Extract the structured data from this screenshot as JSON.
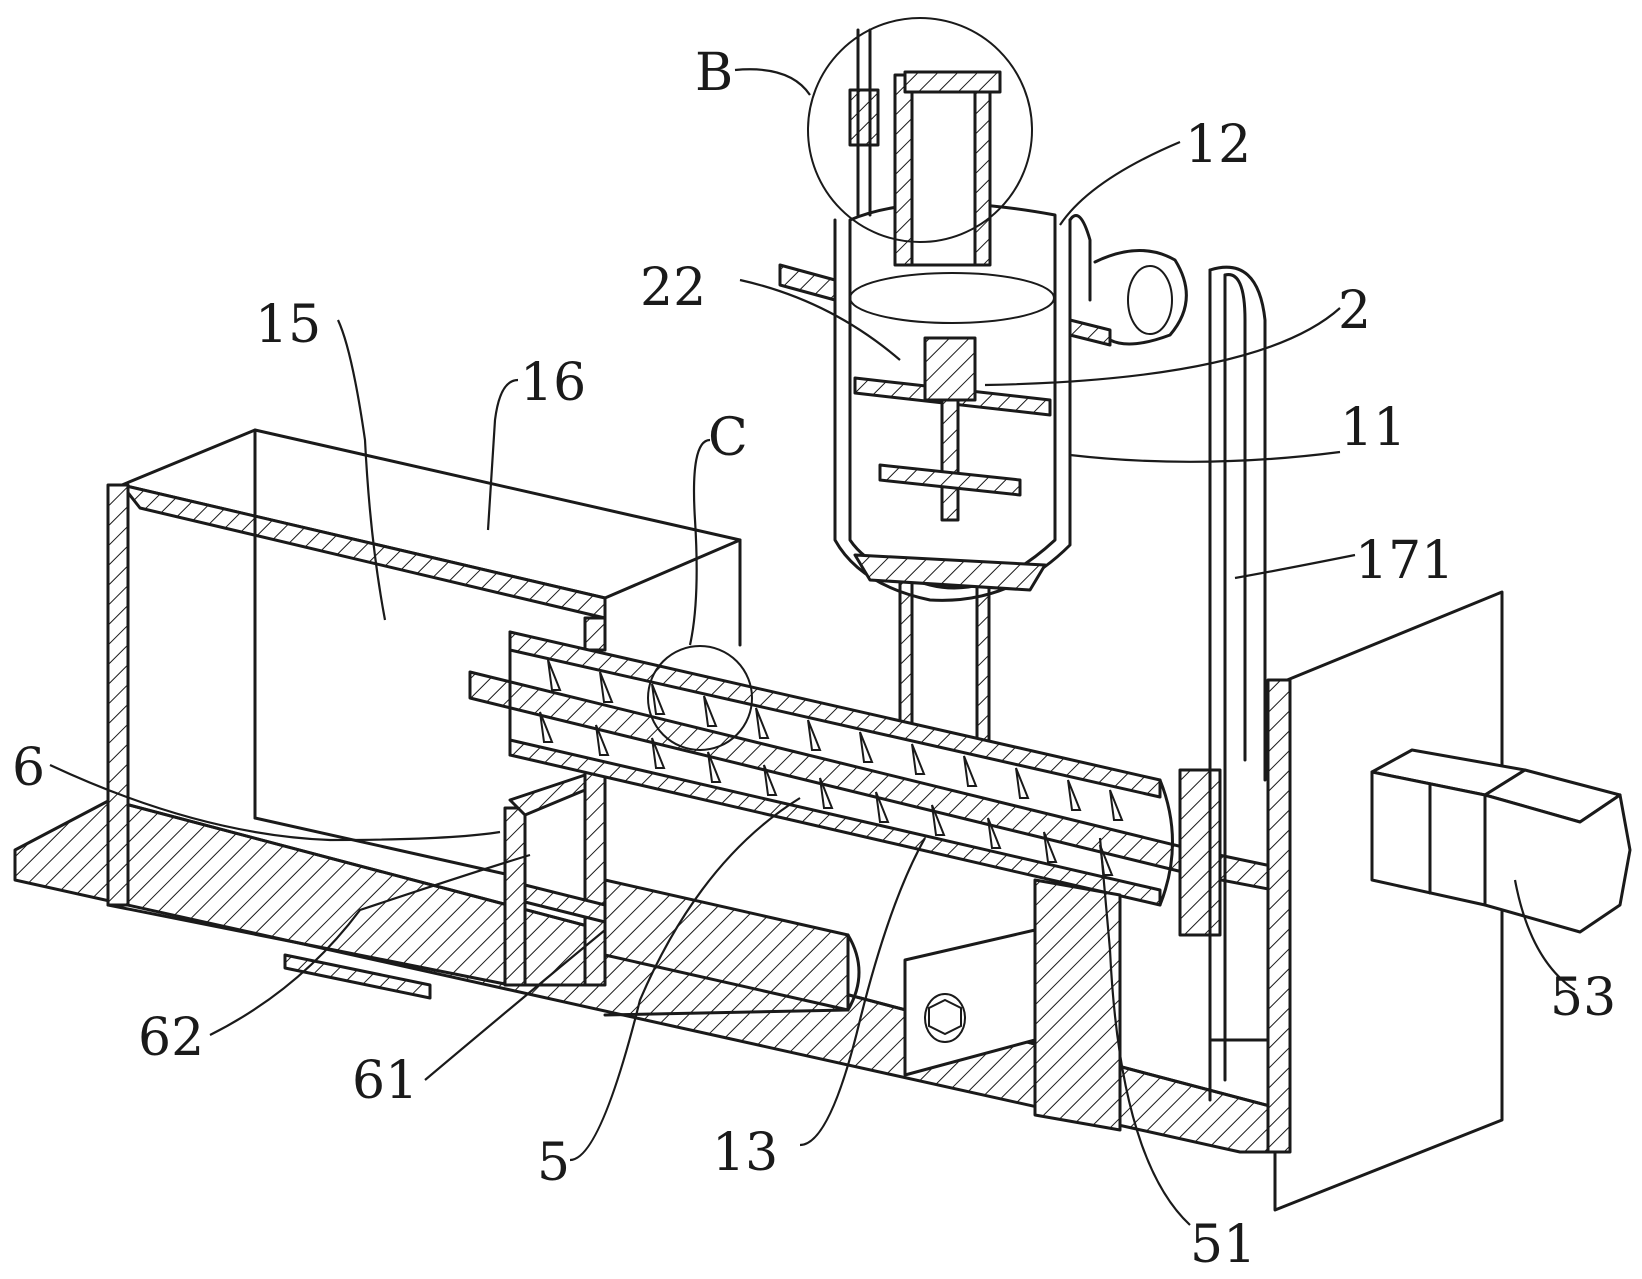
{
  "labels": {
    "B": "B",
    "n12": "12",
    "n22": "22",
    "n2": "2",
    "n15": "15",
    "n16": "16",
    "C": "C",
    "n11": "11",
    "n171": "171",
    "n6": "6",
    "n53": "53",
    "n62": "62",
    "n61": "61",
    "n5": "5",
    "n13": "13",
    "n51": "51"
  },
  "colors": {
    "line": "#1a1a1a",
    "background": "#ffffff"
  }
}
